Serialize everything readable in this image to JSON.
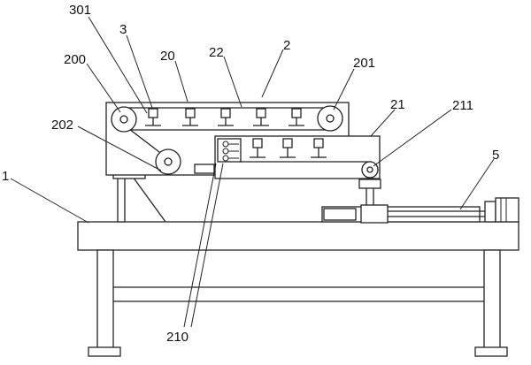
{
  "figure": {
    "callouts": [
      {
        "id": "c301",
        "text": "301"
      },
      {
        "id": "c3",
        "text": "3"
      },
      {
        "id": "c200",
        "text": "200"
      },
      {
        "id": "c20",
        "text": "20"
      },
      {
        "id": "c22",
        "text": "22"
      },
      {
        "id": "c2",
        "text": "2"
      },
      {
        "id": "c201",
        "text": "201"
      },
      {
        "id": "c21",
        "text": "21"
      },
      {
        "id": "c211",
        "text": "211"
      },
      {
        "id": "c202",
        "text": "202"
      },
      {
        "id": "c5",
        "text": "5"
      },
      {
        "id": "c1",
        "text": "1"
      },
      {
        "id": "c210",
        "text": "210"
      }
    ]
  }
}
